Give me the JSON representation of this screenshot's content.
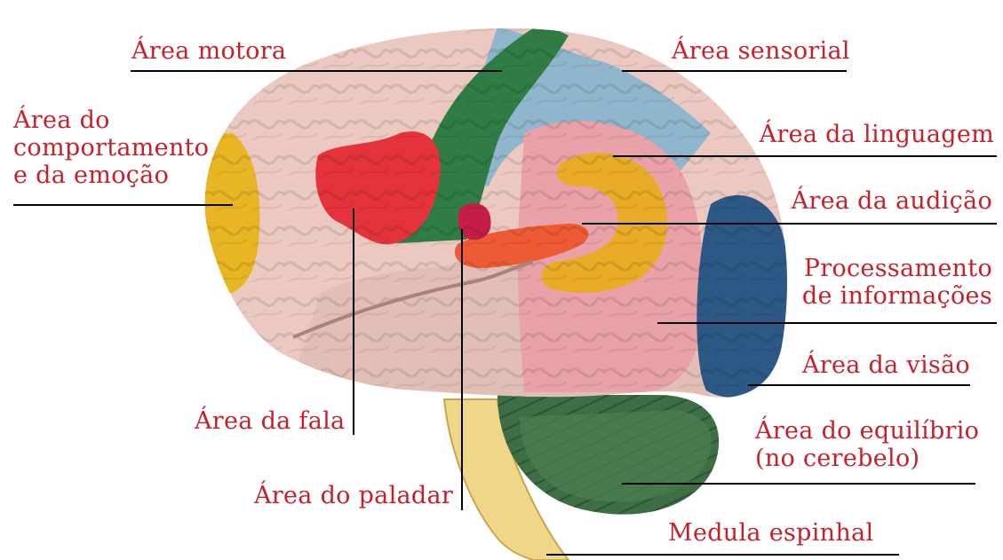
{
  "labels": {
    "motora": "Área motora",
    "sensorial": "Área sensorial",
    "comportamento": [
      "Área do",
      "comportamento",
      "e da emoção"
    ],
    "linguagem": "Área da linguagem",
    "audicao": "Área da audição",
    "processamento": [
      "Processamento",
      "de informações"
    ],
    "visao": "Área da visão",
    "fala": "Área da fala",
    "equilibrio": [
      "Área do equilíbrio",
      "(no cerebelo)"
    ],
    "paladar": "Área do paladar",
    "medula": "Medula espinhal"
  },
  "colors": {
    "label_text": "#c8202a",
    "leader_line": "#000000",
    "cortex": "#ecc9c0",
    "motor": "#2f7d45",
    "sensory": "#8fb6cc",
    "behavior": "#e8b524",
    "speech": "#e5333b",
    "language": "#eaab26",
    "hearing": "#ee5a33",
    "processing": "#e9a2a8",
    "vision": "#2c5886",
    "cerebellum": "#3d6e45",
    "spinal_cord": "#f0d688",
    "taste": "#c41e48"
  }
}
